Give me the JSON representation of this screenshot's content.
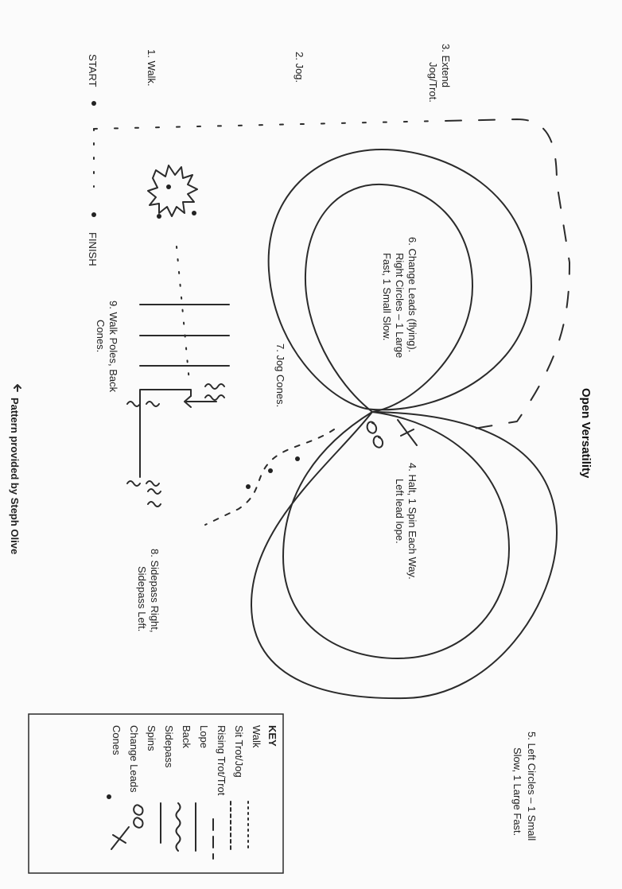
{
  "title": "Open Versatility",
  "credit": "Pattern provided by Steph Olive",
  "markers": {
    "start": "START",
    "finish": "FINISH"
  },
  "maneuvers": {
    "m1": "1.   Walk.",
    "m2": "2.   Jog.",
    "m3a": "3.   Extend",
    "m3b": "Jog/Trot.",
    "m4a": "4.    Halt, 1 Spin Each Way.",
    "m4b": "Left lead lope.",
    "m5a": "5.   Left Circles – 1 Small",
    "m5b": "Slow, 1 Large Fast.",
    "m6a": "6.   Change Leads (flying).",
    "m6b": "Right Circles – 1 Large",
    "m6c": "Fast, 1 Small Slow.",
    "m7": "7.   Jog Cones.",
    "m8a": "8.   Sidepass Right,",
    "m8b": "Sidepass Left.",
    "m9a": "9.   Walk Poles, Back",
    "m9b": "Cones."
  },
  "key": {
    "title": "KEY",
    "items": [
      "Walk",
      "Sit Trot/Jog",
      "Rising Trot/Trot",
      "Lope",
      "Back",
      "Sidepass",
      "Spins",
      "Change Leads",
      "Cones"
    ]
  }
}
